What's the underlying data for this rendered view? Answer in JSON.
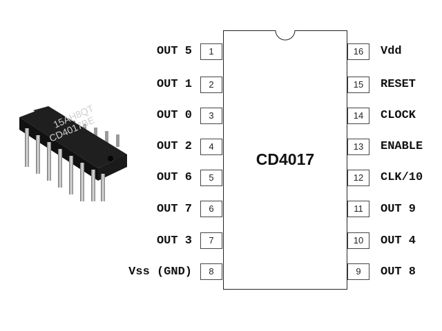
{
  "chip": {
    "name": "CD4017",
    "photo_marking_line1": "15AH8QT",
    "photo_marking_line2": "CD4017BE"
  },
  "left_pins": [
    {
      "number": "1",
      "label": "OUT 5"
    },
    {
      "number": "2",
      "label": "OUT 1"
    },
    {
      "number": "3",
      "label": "OUT 0"
    },
    {
      "number": "4",
      "label": "OUT 2"
    },
    {
      "number": "5",
      "label": "OUT 6"
    },
    {
      "number": "6",
      "label": "OUT 7"
    },
    {
      "number": "7",
      "label": "OUT 3"
    },
    {
      "number": "8",
      "label": "Vss (GND)"
    }
  ],
  "right_pins": [
    {
      "number": "16",
      "label": "Vdd"
    },
    {
      "number": "15",
      "label": "RESET"
    },
    {
      "number": "14",
      "label": "CLOCK"
    },
    {
      "number": "13",
      "label": "ENABLE"
    },
    {
      "number": "12",
      "label": "CLK/10"
    },
    {
      "number": "11",
      "label": "OUT 9"
    },
    {
      "number": "10",
      "label": "OUT 4"
    },
    {
      "number": "9",
      "label": "OUT 8"
    }
  ]
}
